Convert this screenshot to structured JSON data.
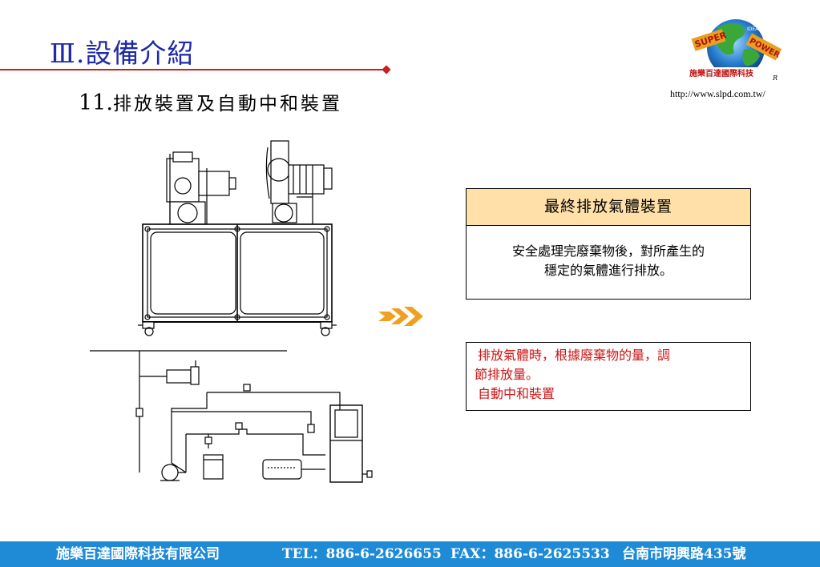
{
  "header": {
    "title": "Ⅲ.設備介紹",
    "subtitle_number": "11.",
    "subtitle_text": "排放裝置及自動中和裝置",
    "url": "http://www.slpd.com.tw/"
  },
  "logo": {
    "icon": "globe-logo-icon",
    "text_super": "SUPER",
    "text_power": "POWER",
    "text_idea": "IDEA",
    "company_cn": "施樂百達國際科技",
    "mark": "R"
  },
  "arrows": {
    "icon": "triple-chevron-right-icon",
    "color": "#f0a020"
  },
  "box_main": {
    "heading": "最終排放氣體裝置",
    "line1": "安全處理完廢棄物後，對所產生的",
    "line2": "穩定的氣體進行排放。",
    "header_color": "#ffe0a8"
  },
  "box_note": {
    "line1": "排放氣體時，根據廢棄物的量，調",
    "line2": "節排放量。",
    "line3": "自動中和裝置",
    "color": "#cc1414"
  },
  "footer": {
    "company": "施樂百達國際科技有限公司",
    "tel": "TEL：886-6-2626655",
    "fax": "FAX：886-6-2625533",
    "address": "台南市明興路435號",
    "background": "#1f8ad6"
  }
}
